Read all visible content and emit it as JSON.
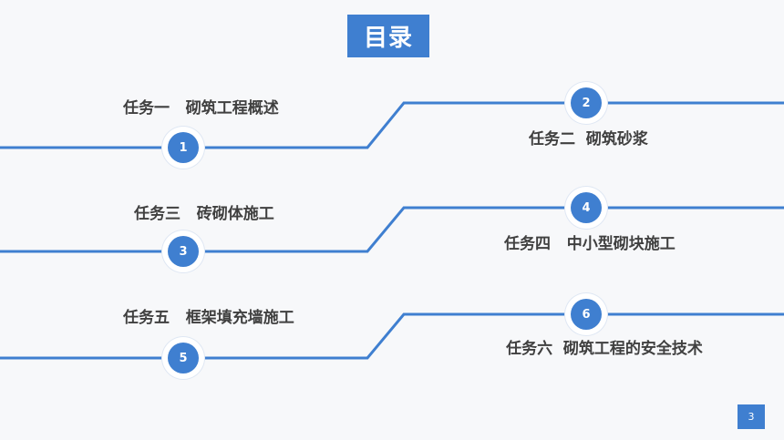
{
  "title": "目录",
  "items": [
    {
      "num": "1",
      "label": "任务一   砌筑工程概述"
    },
    {
      "num": "2",
      "label": "任务二  砌筑砂浆"
    },
    {
      "num": "3",
      "label": "任务三   砖砌体施工"
    },
    {
      "num": "4",
      "label": "任务四   中小型砌块施工"
    },
    {
      "num": "5",
      "label": "任务五   框架填充墙施工"
    },
    {
      "num": "6",
      "label": "任务六  砌筑工程的安全技术"
    }
  ],
  "page_number": "3",
  "colors": {
    "accent": "#3f7fd0",
    "text": "#404040",
    "background": "#f7f8fa"
  }
}
